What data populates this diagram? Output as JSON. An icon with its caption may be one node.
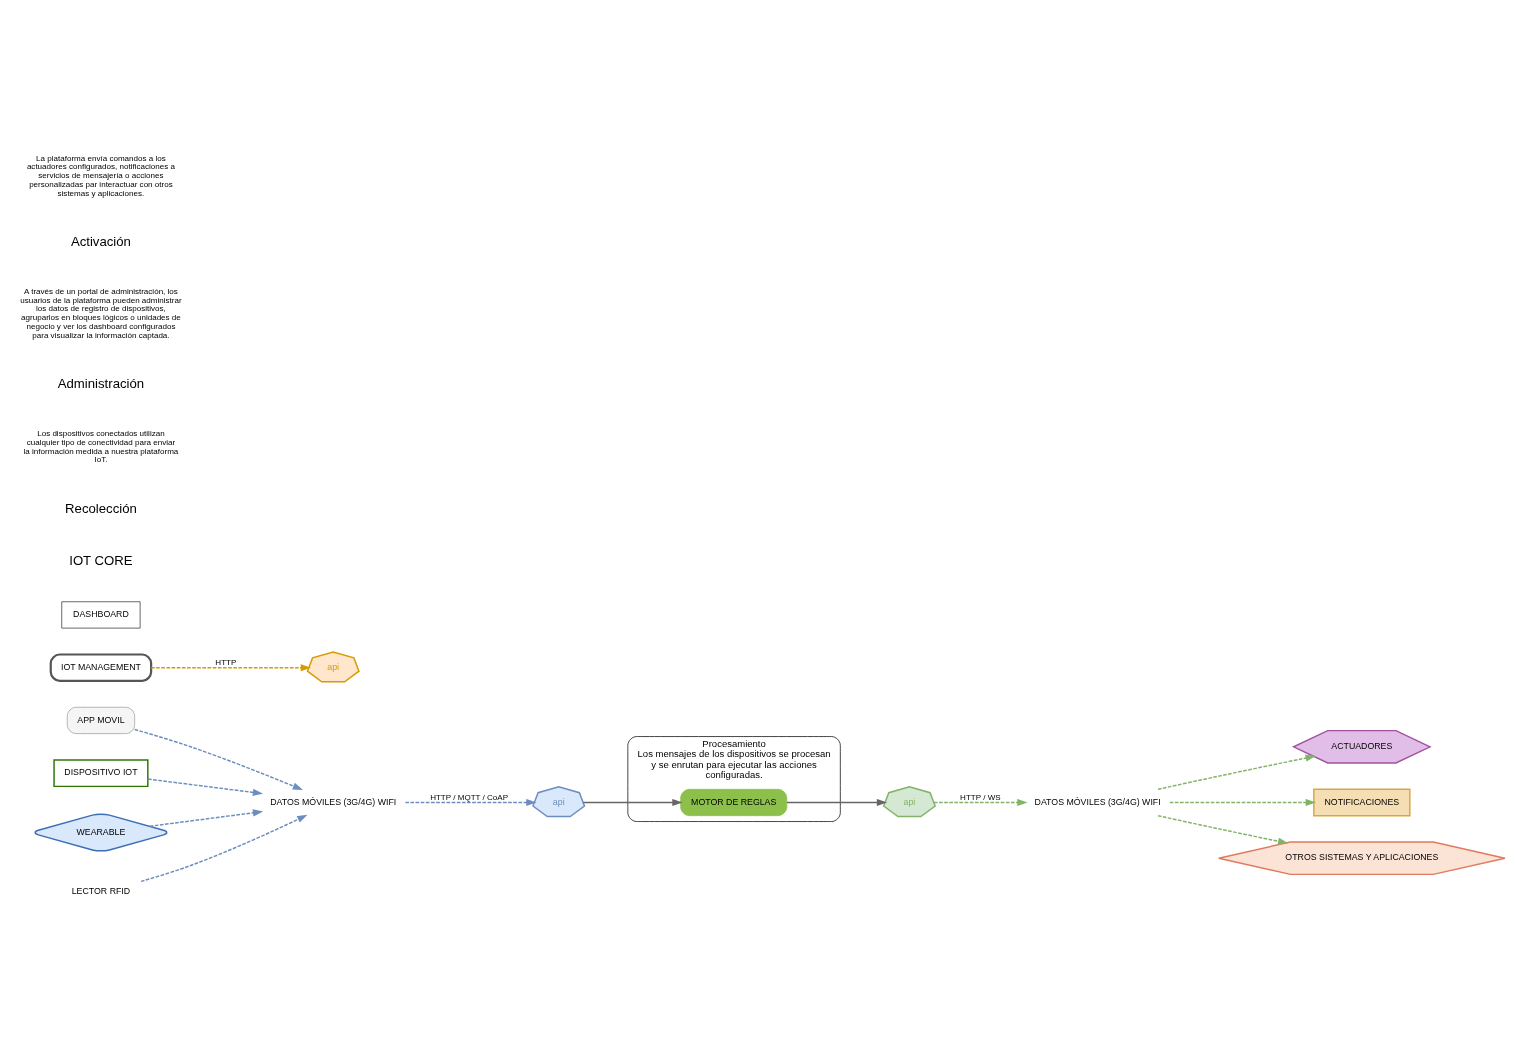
{
  "diagram": {
    "nodes": [
      {
        "text": [
          "APP MOVIL"
        ]
      },
      {
        "text": [
          "DISPOSITIVO IOT"
        ]
      },
      {
        "text": [
          "WEARABLE"
        ]
      },
      {
        "text": [
          "LECTOR RFID"
        ]
      },
      {
        "text": [
          "DATOS MÓVILES (3G/4G) WIFI"
        ]
      },
      {
        "text": [
          "Procesamiento",
          "Los mensajes de los dispositivos se procesan y se enrutan para ejecutar las acciones configuradas."
        ]
      },
      {
        "text": [
          "api"
        ]
      },
      {
        "text": [
          "MOTOR DE REGLAS"
        ],
        "in": 5
      },
      {
        "text": [
          "api"
        ]
      },
      {
        "text": [
          "api"
        ]
      },
      {
        "text": [
          "DASHBOARD"
        ]
      },
      {
        "text": [
          "IOT MANAGEMENT"
        ]
      },
      {
        "text": [
          "DATOS MÓVILES (3G/4G) WIFI"
        ]
      },
      {
        "text": [
          "ACTUADORES"
        ]
      },
      {
        "text": [
          "NOTIFICACIONES"
        ]
      },
      {
        "text": [
          "OTROS SISTEMAS Y APLICACIONES"
        ]
      }
    ],
    "edges": [
      {
        "from": 0,
        "to": 4,
        "arrow": "to",
        "style": "dashed",
        "color": "#6c8ebf"
      },
      {
        "from": 1,
        "to": 4,
        "arrow": "to",
        "style": "dashed",
        "color": "#6c8ebf"
      },
      {
        "from": 2,
        "to": 4,
        "arrow": "to",
        "style": "dashed",
        "color": "#6c8ebf"
      },
      {
        "from": 3,
        "to": 4,
        "arrow": "to",
        "style": "dashed",
        "color": "#6c8ebf"
      },
      {
        "from": 4,
        "to": 6,
        "arrow": "to",
        "label": "HTTP / MQTT / CoAP",
        "style": "dashed",
        "color": "#6c8ebf"
      },
      {
        "from": 6,
        "to": 7,
        "arrow": "to",
        "color": "#666666"
      },
      {
        "from": 7,
        "to": 8,
        "arrow": "to",
        "color": "#666666"
      },
      {
        "from": 11,
        "to": 9,
        "arrow": "to",
        "label": "HTTP",
        "style": "dashed",
        "color": "#d79b00"
      },
      {
        "from": 8,
        "to": 12,
        "arrow": "to",
        "label": "HTTP / WS",
        "style": "dashed",
        "color": "#82b366"
      },
      {
        "from": 12,
        "to": 13,
        "arrow": "to",
        "style": "dashed",
        "color": "#82b366"
      },
      {
        "from": 12,
        "to": 14,
        "arrow": "to",
        "style": "dashed",
        "color": "#82b366"
      },
      {
        "from": 12,
        "to": 15,
        "arrow": "to",
        "style": "dashed",
        "color": "#82b366"
      }
    ],
    "labels": [
      "IOT CORE",
      "Recolección",
      "Los dispositivos conectados utilizan cualquier tipo de conectividad para enviar la información medida a nuestra plataforma IoT.",
      "Administración",
      "A través de un portal de administración, los usuarios de la plataforma pueden administrar los datos de registro de dispositivos, agruparlos en bloques lógicos o unidades de negocio y ver los dashboard configurados para visualizar la información captada.",
      "Activación",
      "La plataforma envía comandos a los actuadores configurados, notificaciones a servicios de mensajería o acciones personalizadas par interactuar con otros sistemas y aplicaciones."
    ]
  }
}
